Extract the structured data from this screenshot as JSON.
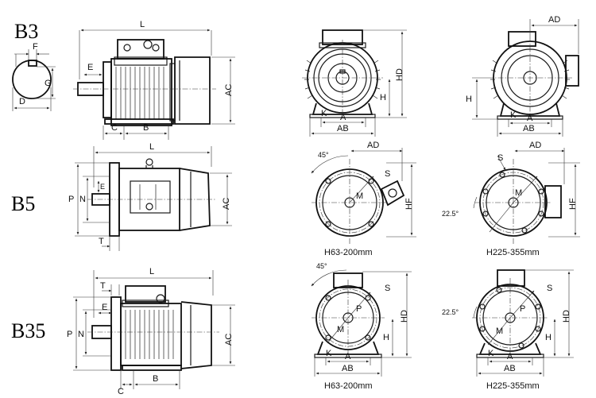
{
  "mount_codes": {
    "b3": "B3",
    "b5": "B5",
    "b35": "B35"
  },
  "shaft_labels": {
    "f": "F",
    "g": "G",
    "d": "D"
  },
  "side_view_labels": {
    "l": "L",
    "e": "E",
    "c": "C",
    "b": "B",
    "ac": "AC",
    "p": "P",
    "n": "N",
    "t": "T"
  },
  "end_view_labels": {
    "ad": "AD",
    "hd": "HD",
    "h": "H",
    "k": "K",
    "a": "A",
    "ab": "AB",
    "hf": "HF",
    "s": "S",
    "m": "M",
    "p": "P"
  },
  "angles": {
    "a45": "45°",
    "a22": "22.5°"
  },
  "size_ranges": {
    "small": "H63-200mm",
    "large": "H225-355mm"
  }
}
